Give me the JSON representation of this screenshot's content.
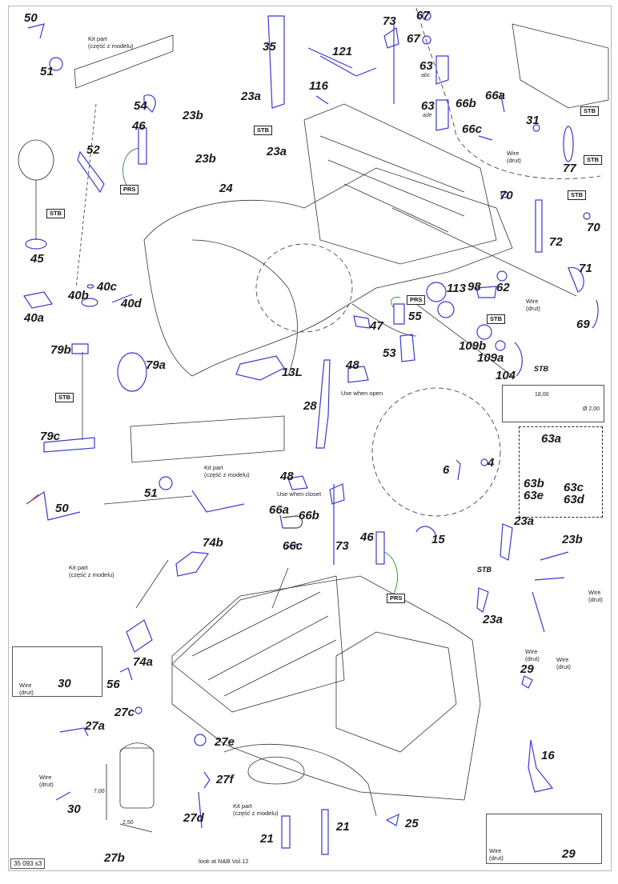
{
  "document": {
    "reference_code": "35 093 s3",
    "part_color": "#3a3ad0",
    "line_color": "#333333",
    "glue_color": "#2a8a2a",
    "bend_color": "#d02020"
  },
  "tags": {
    "stb": "STB",
    "prs": "PRS"
  },
  "notes": {
    "kit_part": "Kit part\n(część z modelu)",
    "wire": "Wire\n(drut)",
    "use_when_open": "Use when open",
    "use_when_closed": "Use when closet",
    "look_at": "look at N&B Vol.12",
    "abc": "abc",
    "ade": "ade"
  },
  "dimensions": {
    "rod_length": "18,00",
    "rod_diameter": "Ø 2,00",
    "tank_height": "7,00",
    "tank_width": "2,50"
  },
  "labels": {
    "p50_top": "50",
    "p51_top": "51",
    "p54": "54",
    "p46_top": "46",
    "p52": "52",
    "p23b_1": "23b",
    "p23b_2": "23b",
    "p23a_1": "23a",
    "p23a_2": "23a",
    "p35": "35",
    "p121": "121",
    "p116": "116",
    "p24": "24",
    "p73_top": "73",
    "p67_1": "67",
    "p67_2": "67",
    "p63_1": "63",
    "p63_2": "63",
    "p66a_top": "66a",
    "p66b_top": "66b",
    "p66c_top": "66c",
    "p31": "31",
    "p77": "77",
    "p70_1": "70",
    "p70_2": "70",
    "p72": "72",
    "p71": "71",
    "p69": "69",
    "p62": "62",
    "p98": "98",
    "p113": "113",
    "p55": "55",
    "p47": "47",
    "p53": "53",
    "p109b": "109b",
    "p109a": "109a",
    "p104": "104",
    "p45": "45",
    "p40a": "40a",
    "p40b": "40b",
    "p40c": "40c",
    "p40d": "40d",
    "p79a": "79a",
    "p79b": "79b",
    "p79c": "79c",
    "p13L": "13L",
    "p28": "28",
    "p48_1": "48",
    "p48_2": "48",
    "p6": "6",
    "p4": "4",
    "p15": "15",
    "p63a": "63a",
    "p63b": "63b\n63e",
    "p63c": "63c\n63d",
    "p51_mid": "51",
    "p50_mid": "50",
    "p66a_mid": "66a",
    "p66b_mid": "66b",
    "p66c_mid": "66c",
    "p73_mid": "73",
    "p46_mid": "46",
    "p74b": "74b",
    "p74a": "74a",
    "p23a_3": "23a",
    "p23a_4": "23a",
    "p23b_3": "23b",
    "p29_mid": "29",
    "p29_inset": "29",
    "p30_inset": "30",
    "p30": "30",
    "p56": "56",
    "p27a": "27a",
    "p27b": "27b",
    "p27c": "27c",
    "p27d": "27d",
    "p27e": "27e",
    "p27f": "27f",
    "p16": "16",
    "p21_1": "21",
    "p21_2": "21",
    "p25": "25"
  }
}
